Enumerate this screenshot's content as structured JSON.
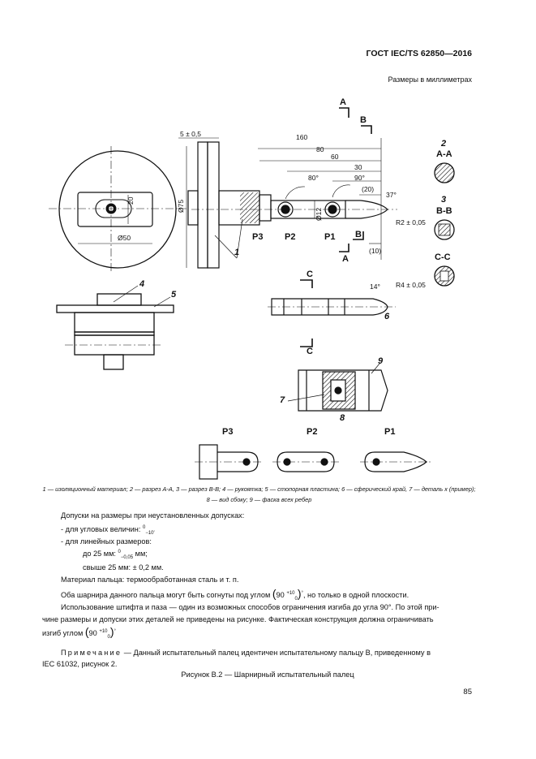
{
  "header": {
    "standard": "ГОСТ IEC/TS 62850—2016",
    "units_note": "Размеры в миллиметрах"
  },
  "drawing": {
    "dims": {
      "d160": "160",
      "d80a": "80",
      "d60": "60",
      "d30": "30",
      "d20p": "(20)",
      "tol5": "5 ± 0,5",
      "ang80": "80°",
      "ang90": "90°",
      "ang37": "37°",
      "ang14": "14°",
      "r2": "R2 ± 0,05",
      "r4": "R4 ± 0,05",
      "d10p": "(10)",
      "dia50": "Ø50",
      "dia75": "Ø75",
      "dia12": "Ø12",
      "d20": "20"
    },
    "section_marks": {
      "a": "A",
      "b": "B",
      "c": "C"
    },
    "labels": {
      "p1": "P1",
      "p2": "P2",
      "p3": "P3",
      "n1": "1",
      "n2": "2",
      "n3": "3",
      "n4": "4",
      "n5": "5",
      "n6": "6",
      "n7": "7",
      "n8": "8",
      "n9": "9",
      "aa": "A-A",
      "bb": "B-B",
      "cc": "C-C"
    }
  },
  "legend": "1 — изоляционный материал; 2 — разрез А-А, 3 — разрез В-В; 4 — рукоятка; 5 — стопорная пластина; 6 — сферический край, 7 — деталь х (пример); 8 — вид сбоку; 9 — фаска всех ребер",
  "text": {
    "tol_title": "Допуски на размеры при неустановленных допусках:",
    "ang_prefix": "- для угловых величин:",
    "ang_top": "0",
    "ang_bottom": "−10′",
    "lin_prefix": "- для линейных размеров:",
    "upto25_prefix": "до 25 мм:",
    "upto25_top": "0",
    "upto25_bottom": "−0,05",
    "upto25_suffix": "мм;",
    "over25": "свыше 25 мм: ± 0,2 мм.",
    "material": "Материал пальца: термообработанная сталь и т. п.",
    "bend_prefix": "Оба шарнира данного пальца могут быть согнуты под углом",
    "bend_val": "90",
    "bend_top": "+10",
    "bend_bottom": "0",
    "bend_unit": "°",
    "bend_suffix": ", но только в одной плоскости.",
    "pin_line1": "Использование штифта и паза — один из возможных способов ограничения изгиба до угла 90°. По этой при-",
    "pin_line2": "чине размеры и допуски этих деталей не приведены на рисунке. Фактическая конструкция должна ограничивать",
    "pin_line3_prefix": "изгиб углом",
    "note_word": "Примечание",
    "note_line1": " — Данный испытательный палец идентичен испытательному пальцу В, приведенному в",
    "note_line2": "IEC 61032, рисунок 2.",
    "figure_caption": "Рисунок В.2 — Шарнирный испытательный палец"
  },
  "page_number": "85"
}
